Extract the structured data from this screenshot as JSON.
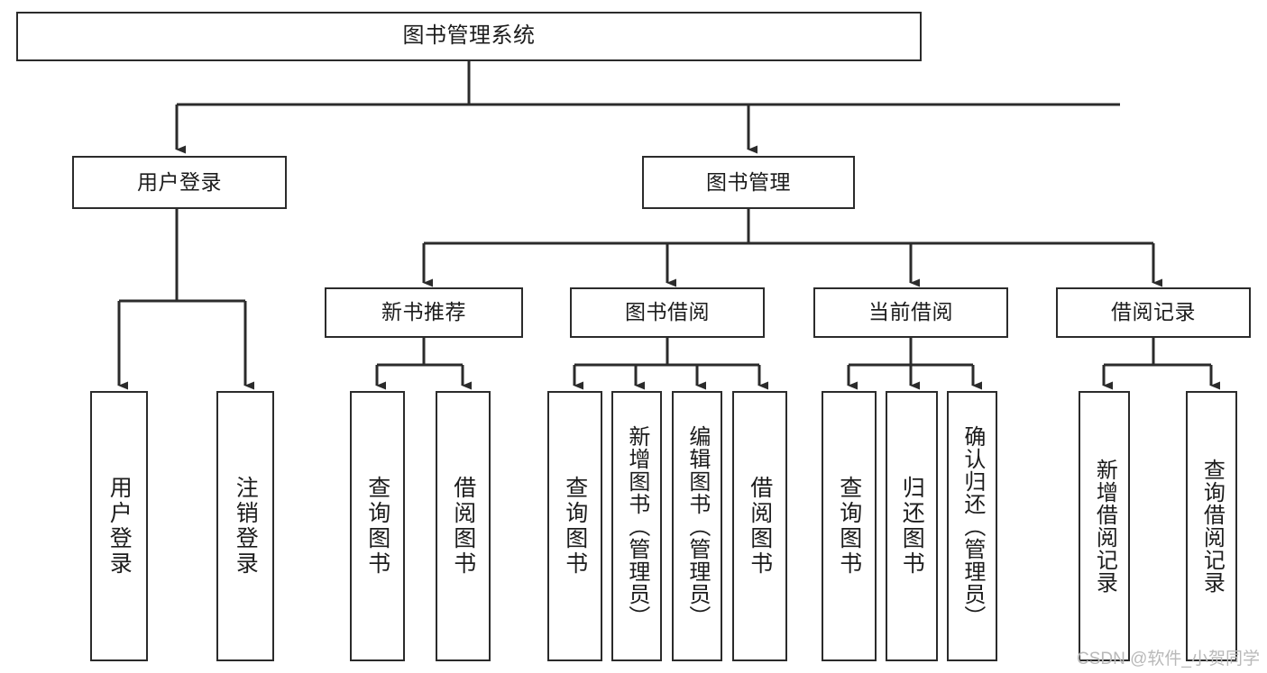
{
  "diagram": {
    "title": "图书管理系统",
    "type": "tree",
    "orientation": "top-down",
    "watermark": "CSDN @软件_小贺同学",
    "colors": {
      "stroke": "#2b2b2b",
      "fill": "#ffffff",
      "text": "#1c1c1c",
      "watermark": "#b9b9b9"
    },
    "nodes": {
      "root": {
        "label": "图书管理系统"
      },
      "level2": [
        {
          "id": "user-login",
          "label": "用户登录"
        },
        {
          "id": "book-manage",
          "label": "图书管理"
        }
      ],
      "level3": [
        {
          "id": "new-book-rec",
          "label": "新书推荐"
        },
        {
          "id": "book-borrow",
          "label": "图书借阅"
        },
        {
          "id": "current-borrow",
          "label": "当前借阅"
        },
        {
          "id": "borrow-record",
          "label": "借阅记录"
        }
      ],
      "leaves": {
        "user-login": [
          {
            "id": "leaf-user-login",
            "label": "用户登录"
          },
          {
            "id": "leaf-logout",
            "label": "注销登录"
          }
        ],
        "new-book-rec": [
          {
            "id": "leaf-query-book-1",
            "label": "查询图书"
          },
          {
            "id": "leaf-borrow-book-1",
            "label": "借阅图书"
          }
        ],
        "book-borrow": [
          {
            "id": "leaf-query-book-2",
            "label": "查询图书"
          },
          {
            "id": "leaf-add-book",
            "label": "新增图书（管理员）"
          },
          {
            "id": "leaf-edit-book",
            "label": "编辑图书（管理员）"
          },
          {
            "id": "leaf-borrow-book-2",
            "label": "借阅图书"
          }
        ],
        "current-borrow": [
          {
            "id": "leaf-query-book-3",
            "label": "查询图书"
          },
          {
            "id": "leaf-return-book",
            "label": "归还图书"
          },
          {
            "id": "leaf-confirm-return",
            "label": "确认归还（管理员）"
          }
        ],
        "borrow-record": [
          {
            "id": "leaf-add-record",
            "label": "新增借阅记录"
          },
          {
            "id": "leaf-query-record",
            "label": "查询借阅记录"
          }
        ]
      }
    }
  }
}
